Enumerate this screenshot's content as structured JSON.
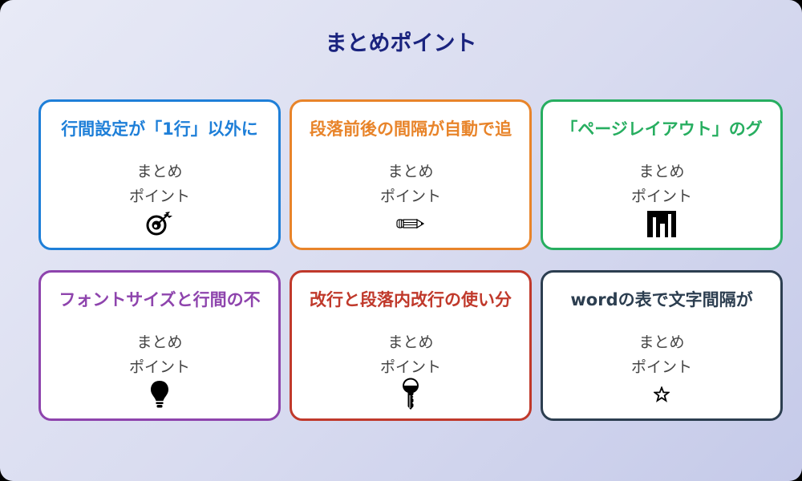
{
  "title": "まとめポイント",
  "colors": {
    "background_start": "#e8eaf6",
    "background_end": "#c5cae9",
    "title": "#1a237e"
  },
  "cards": [
    {
      "title": "行間設定が「1行」以外に",
      "line1": "まとめ",
      "line2": "ポイント",
      "icon": "target-icon",
      "color": "#1e7fd8"
    },
    {
      "title": "段落前後の間隔が自動で追",
      "line1": "まとめ",
      "line2": "ポイント",
      "icon": "pencil-icon",
      "color": "#e8842a"
    },
    {
      "title": "「ページレイアウト」のグ",
      "line1": "まとめ",
      "line2": "ポイント",
      "icon": "bar-chart-icon",
      "color": "#27ae60"
    },
    {
      "title": "フォントサイズと行間の不",
      "line1": "まとめ",
      "line2": "ポイント",
      "icon": "lightbulb-icon",
      "color": "#8e44ad"
    },
    {
      "title": "改行と段落内改行の使い分",
      "line1": "まとめ",
      "line2": "ポイント",
      "icon": "key-icon",
      "color": "#c0392b"
    },
    {
      "title": "wordの表で文字間隔が",
      "line1": "まとめ",
      "line2": "ポイント",
      "icon": "star-icon",
      "color": "#2c3e50"
    }
  ]
}
